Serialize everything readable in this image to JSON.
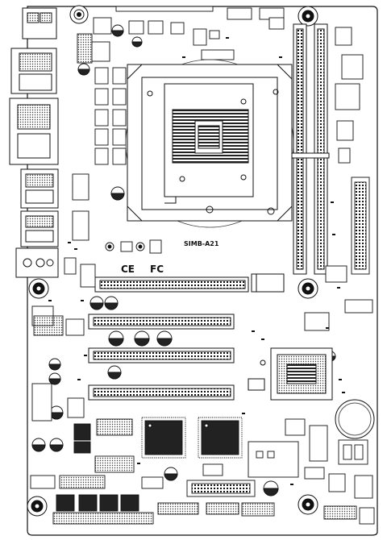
{
  "board": {
    "model_label": "SIMB-A21",
    "ce_mark": "CE",
    "fc_mark": "FC"
  },
  "colors": {
    "ink": "#111111",
    "paper": "#ffffff",
    "fill_dark": "#2a2a2a",
    "fill_grey": "#bdbdbd"
  },
  "icons": [
    "mounting-hole-icon",
    "capacitor-icon",
    "chip-icon",
    "connector-icon"
  ]
}
